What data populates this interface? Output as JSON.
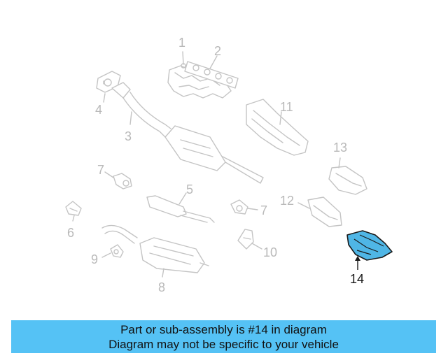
{
  "diagram": {
    "callouts": [
      {
        "id": "c1",
        "label": "1"
      },
      {
        "id": "c2",
        "label": "2"
      },
      {
        "id": "c3",
        "label": "3"
      },
      {
        "id": "c4",
        "label": "4"
      },
      {
        "id": "c5",
        "label": "5"
      },
      {
        "id": "c6",
        "label": "6"
      },
      {
        "id": "c7a",
        "label": "7"
      },
      {
        "id": "c7b",
        "label": "7"
      },
      {
        "id": "c8",
        "label": "8"
      },
      {
        "id": "c9",
        "label": "9"
      },
      {
        "id": "c10",
        "label": "10"
      },
      {
        "id": "c11",
        "label": "11"
      },
      {
        "id": "c12",
        "label": "12"
      },
      {
        "id": "c13",
        "label": "13"
      },
      {
        "id": "c14",
        "label": "14"
      }
    ],
    "highlighted_part": "14",
    "colors": {
      "line_gray": "#c4c4c4",
      "label_gray": "#b9b9b9",
      "highlight_fill": "#4fb6e6",
      "highlight_stroke": "#1a1a1a",
      "banner_bg": "#55c2f5"
    }
  },
  "banner": {
    "line1": "Part or sub-assembly is #14 in diagram",
    "line2": "Diagram may not be specific to your vehicle"
  }
}
